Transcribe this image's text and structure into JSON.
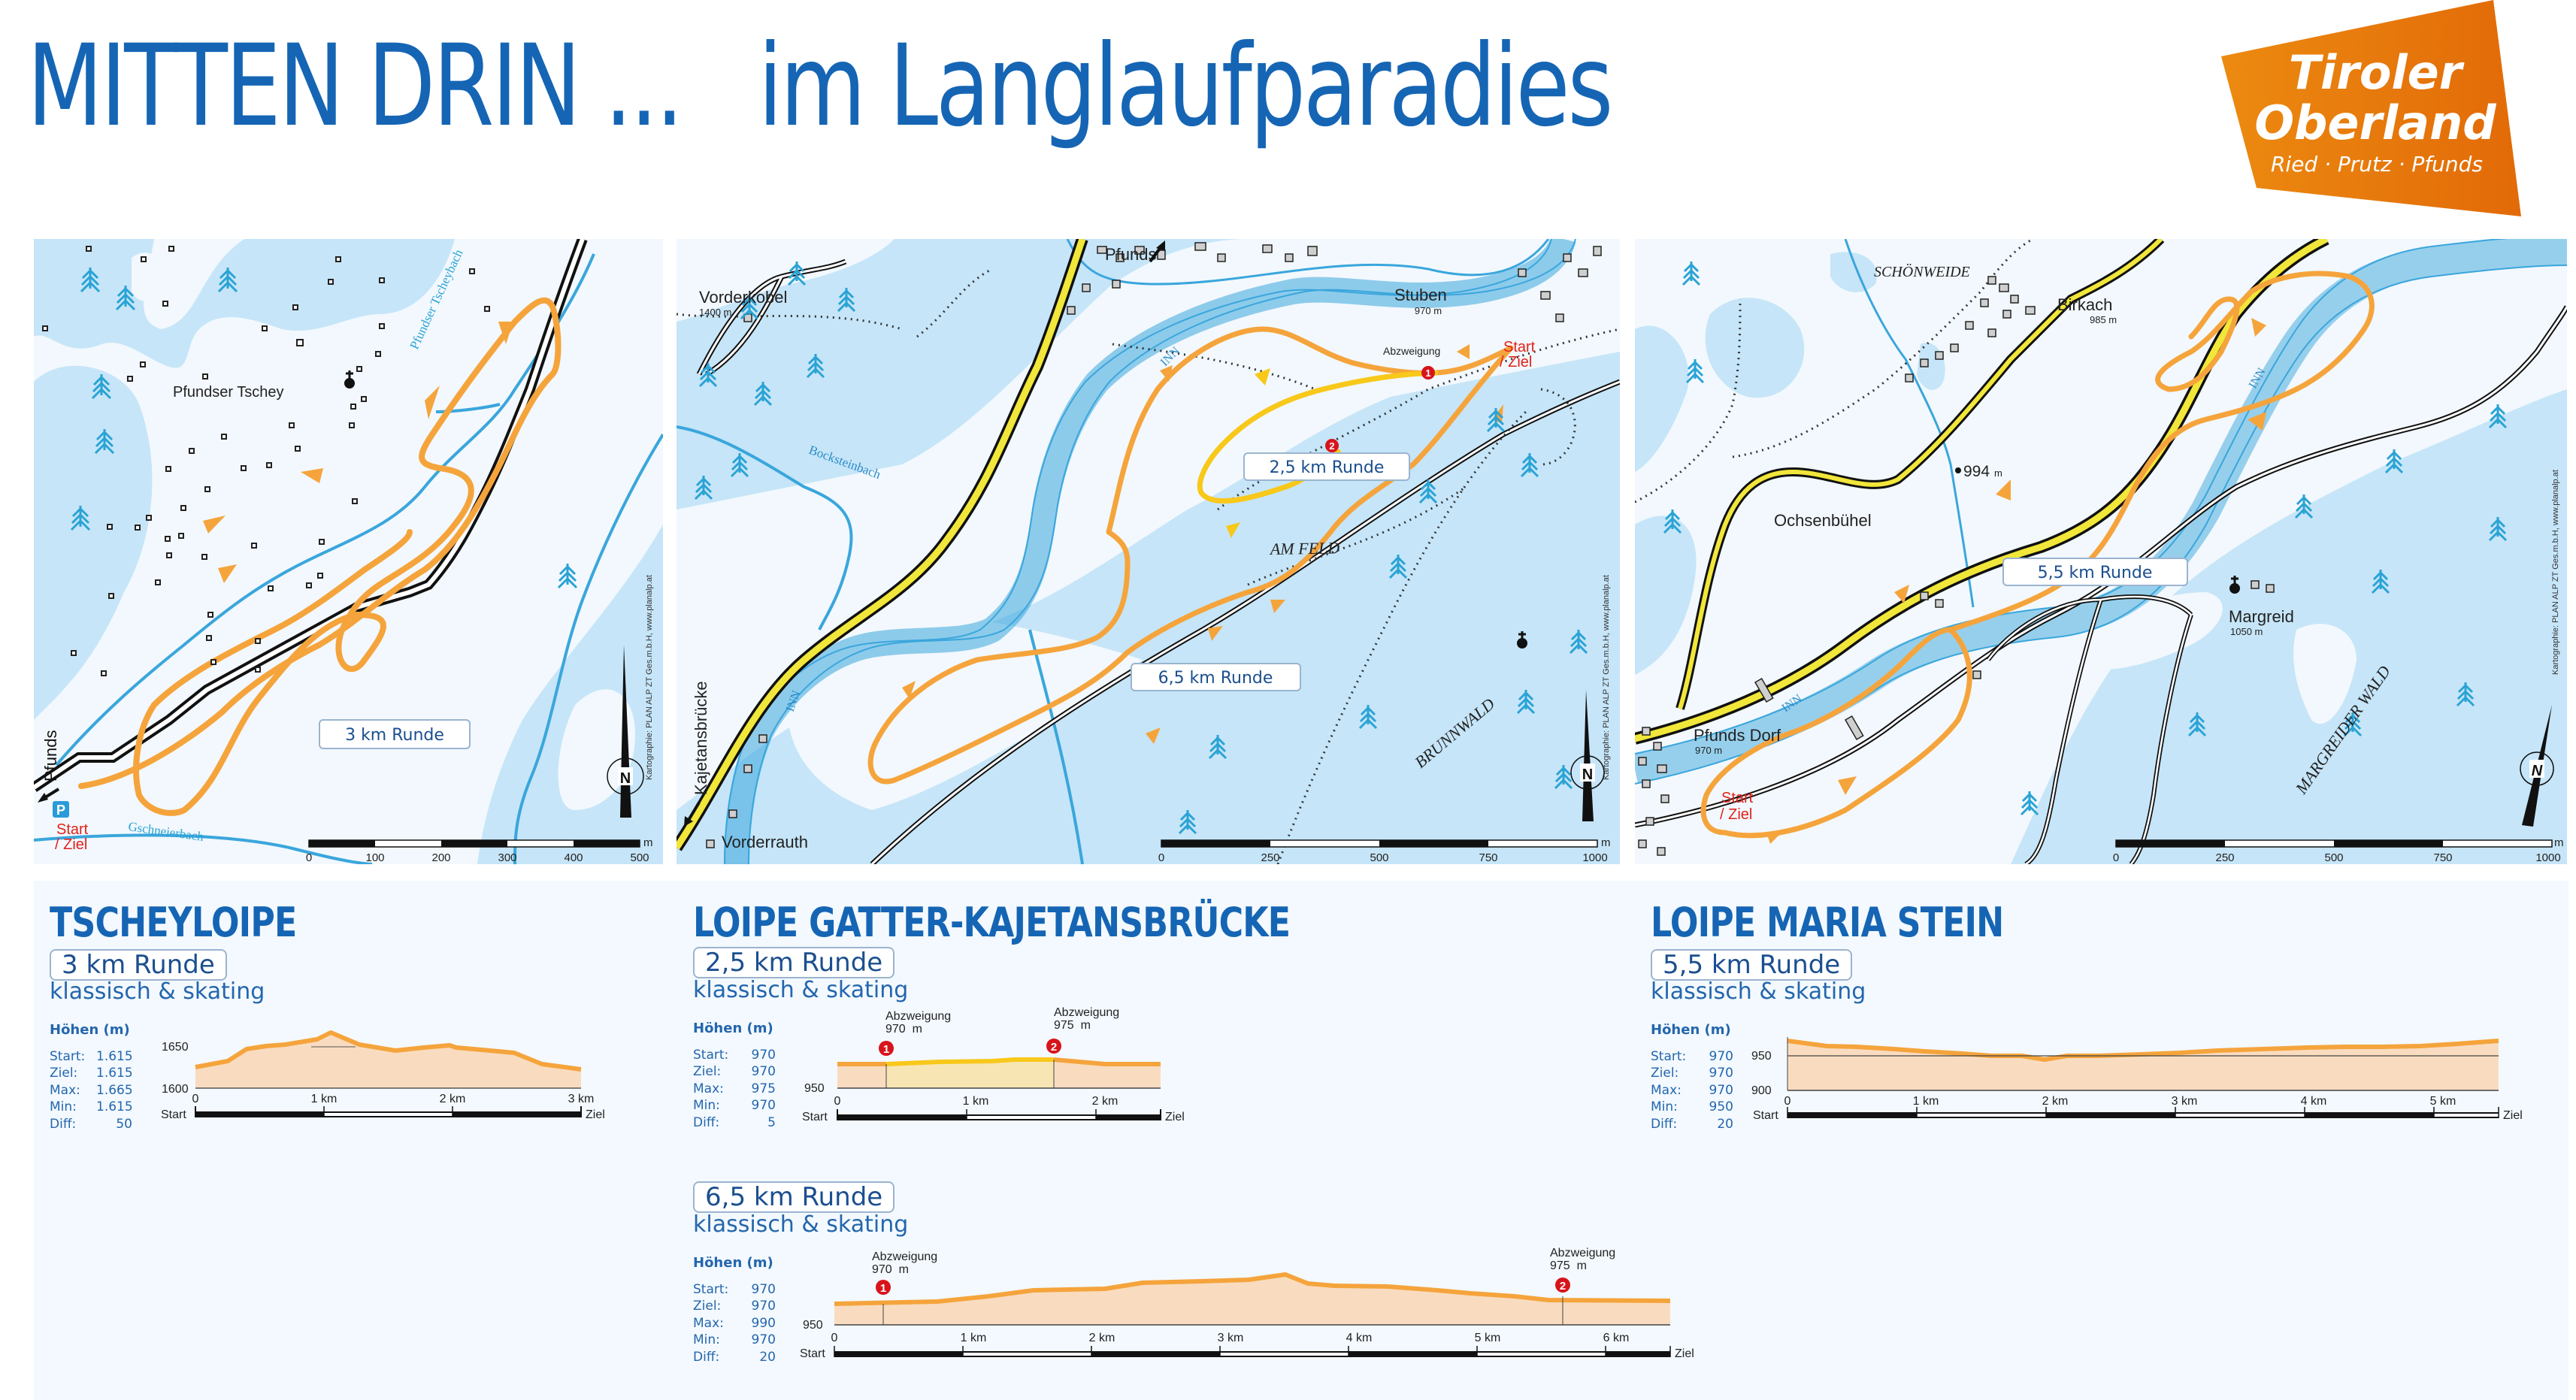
{
  "header": {
    "title_part1": "MITTEN DRIN ...",
    "title_part2": "im Langlaufparadies",
    "title_color": "#1565b4"
  },
  "logo": {
    "line1": "Tiroler",
    "line2": "Oberland",
    "tagline": "Ried · Prutz · Pfunds",
    "color": "#e9820f"
  },
  "maps": [
    {
      "id": "tscheyloipe-map",
      "labels": {
        "place": "Pfundser Tschey",
        "stream1": "Pfundser Tscheybach",
        "stream2": "Gschneierbach",
        "direction": "Pfunds",
        "start": "Start",
        "ziel": "/ Ziel",
        "parking": "P",
        "runde": "3 km Runde",
        "credit": "Kartographie: PLAN ALP ZT Ges.m.b.H, www.planalp.at"
      },
      "scale": {
        "ticks": [
          "0",
          "100",
          "200",
          "300",
          "400",
          "500"
        ],
        "unit": "m"
      }
    },
    {
      "id": "gatter-kajetansbruecke-map",
      "labels": {
        "place1": "Vorderkobel",
        "place1_elev": "1400 m",
        "place2": "Stuben",
        "place2_elev": "970 m",
        "place3": "Vorderrauth",
        "field": "AM FELD",
        "forest": "BRUNNWALD",
        "river": "INN",
        "stream": "Bocksteinbach",
        "dir1": "Pfunds",
        "dir2": "Kajetansbrücke",
        "junction1": "Abzweigung",
        "junction2": "Abzweigung",
        "start": "Start",
        "ziel": "/ Ziel",
        "runde1": "2,5 km Runde",
        "runde2": "6,5 km Runde",
        "credit": "Kartographie: PLAN ALP ZT Ges.m.b.H, www.planalp.at"
      },
      "scale": {
        "ticks": [
          "0",
          "250",
          "500",
          "750",
          "1000"
        ],
        "unit": "m"
      }
    },
    {
      "id": "maria-stein-map",
      "labels": {
        "area1": "SCHÖNWEIDE",
        "place1": "Birkach",
        "place1_elev": "985 m",
        "spot": "994",
        "spot_unit": "m",
        "place2": "Ochsenbühel",
        "place3": "Pfunds Dorf",
        "place3_elev": "970 m",
        "place4": "Margreid",
        "place4_elev": "1050 m",
        "forest": "MARGREIDER WALD",
        "river": "INN",
        "start": "Start",
        "ziel": "/ Ziel",
        "runde": "5,5 km Runde",
        "credit": "Kartographie: PLAN ALP ZT Ges.m.b.H, www.planalp.at"
      },
      "scale": {
        "ticks": [
          "0",
          "250",
          "500",
          "750",
          "1000"
        ],
        "unit": "m"
      }
    }
  ],
  "trails": [
    {
      "name": "TSCHEYLOIPE",
      "routes": [
        {
          "runde": "3 km Runde",
          "style": "klassisch & skating",
          "stats_heading": "Höhen (m)",
          "stats": [
            {
              "k": "Start:",
              "v": "1.615"
            },
            {
              "k": "Ziel:",
              "v": "1.615"
            },
            {
              "k": "Max:",
              "v": "1.665"
            },
            {
              "k": "Min:",
              "v": "1.615"
            },
            {
              "k": "Diff:",
              "v": "50"
            }
          ]
        }
      ]
    },
    {
      "name": "LOIPE GATTER-KAJETANSBRÜCKE",
      "routes": [
        {
          "runde": "2,5 km Runde",
          "style": "klassisch & skating",
          "stats_heading": "Höhen (m)",
          "stats": [
            {
              "k": "Start:",
              "v": "970"
            },
            {
              "k": "Ziel:",
              "v": "970"
            },
            {
              "k": "Max:",
              "v": "975"
            },
            {
              "k": "Min:",
              "v": "970"
            },
            {
              "k": "Diff:",
              "v": "5"
            }
          ],
          "markers": [
            {
              "num": "1",
              "label": "Abzweigung",
              "elev": "970  m"
            },
            {
              "num": "2",
              "label": "Abzweigung",
              "elev": "975  m"
            }
          ]
        },
        {
          "runde": "6,5 km Runde",
          "style": "klassisch & skating",
          "stats_heading": "Höhen (m)",
          "stats": [
            {
              "k": "Start:",
              "v": "970"
            },
            {
              "k": "Ziel:",
              "v": "970"
            },
            {
              "k": "Max:",
              "v": "990"
            },
            {
              "k": "Min:",
              "v": "970"
            },
            {
              "k": "Diff:",
              "v": "20"
            }
          ],
          "markers": [
            {
              "num": "1",
              "label": "Abzweigung",
              "elev": "970  m"
            },
            {
              "num": "2",
              "label": "Abzweigung",
              "elev": "975  m"
            }
          ]
        }
      ]
    },
    {
      "name": "LOIPE MARIA STEIN",
      "routes": [
        {
          "runde": "5,5 km Runde",
          "style": "klassisch & skating",
          "stats_heading": "Höhen (m)",
          "stats": [
            {
              "k": "Start:",
              "v": "970"
            },
            {
              "k": "Ziel:",
              "v": "970"
            },
            {
              "k": "Max:",
              "v": "970"
            },
            {
              "k": "Min:",
              "v": "950"
            },
            {
              "k": "Diff:",
              "v": "20"
            }
          ]
        }
      ]
    }
  ],
  "profile_labels": {
    "start": "Start",
    "ziel": "Ziel"
  },
  "chart_data": [
    {
      "type": "area",
      "title": "TSCHEYLOIPE – 3 km Runde",
      "xlabel": "km",
      "ylabel": "Höhe (m)",
      "x_ticks": [
        "0",
        "1 km",
        "2 km",
        "3 km"
      ],
      "y_ticks": [
        "1600",
        "1650"
      ],
      "ylim": [
        1600,
        1665
      ],
      "xlim": [
        0,
        3
      ],
      "x": [
        0,
        0.25,
        0.4,
        0.55,
        0.7,
        0.95,
        1.08,
        1.3,
        1.58,
        1.8,
        2.0,
        2.05,
        2.25,
        2.5,
        2.72,
        3.0
      ],
      "values": [
        1615,
        1622,
        1637,
        1641,
        1643,
        1651,
        1665,
        1649,
        1638,
        1642,
        1645,
        1642,
        1640,
        1636,
        1622,
        1615
      ]
    },
    {
      "type": "area",
      "title": "LOIPE GATTER-KAJETANSBRÜCKE – 2,5 km Runde",
      "xlabel": "km",
      "ylabel": "Höhe (m)",
      "x_ticks": [
        "0",
        "1 km",
        "2 km"
      ],
      "y_ticks": [
        "950"
      ],
      "xlim": [
        0,
        2.5
      ],
      "ylim": [
        950,
        975
      ],
      "x": [
        0,
        0.38,
        0.8,
        1.2,
        1.35,
        1.67,
        2.1,
        2.5
      ],
      "values": [
        970,
        970,
        972,
        972,
        974,
        975,
        971,
        970
      ],
      "annotations": [
        {
          "x": 0.38,
          "label": "Abzweigung 970 m",
          "marker": "1"
        },
        {
          "x": 1.67,
          "label": "Abzweigung 975 m",
          "marker": "2"
        }
      ]
    },
    {
      "type": "area",
      "title": "LOIPE GATTER-KAJETANSBRÜCKE – 6,5 km Runde",
      "xlabel": "km",
      "ylabel": "Höhe (m)",
      "x_ticks": [
        "0",
        "1 km",
        "2 km",
        "3 km",
        "4 km",
        "5 km",
        "6 km"
      ],
      "y_ticks": [
        "950"
      ],
      "xlim": [
        0,
        6.5
      ],
      "ylim": [
        950,
        990
      ],
      "x": [
        0,
        0.8,
        1.2,
        1.5,
        2.0,
        2.4,
        2.7,
        3.2,
        3.6,
        3.95,
        4.15,
        4.5,
        5.0,
        5.4,
        5.67,
        6.0,
        6.5
      ],
      "values": [
        970,
        971,
        975,
        980,
        981,
        982,
        986,
        987,
        988,
        990,
        984,
        982,
        980,
        977,
        975,
        971,
        970
      ],
      "annotations": [
        {
          "x": 0.38,
          "label": "Abzweigung 970 m",
          "marker": "1"
        },
        {
          "x": 5.67,
          "label": "Abzweigung 975 m",
          "marker": "2"
        }
      ]
    },
    {
      "type": "area",
      "title": "LOIPE MARIA STEIN – 5,5 km Runde",
      "xlabel": "km",
      "ylabel": "Höhe (m)",
      "x_ticks": [
        "0",
        "1 km",
        "2 km",
        "3 km",
        "4 km",
        "5 km"
      ],
      "y_ticks": [
        "900",
        "950"
      ],
      "xlim": [
        0,
        5.5
      ],
      "ylim": [
        900,
        970
      ],
      "x": [
        0,
        0.5,
        1.0,
        1.5,
        2.0,
        2.4,
        2.75,
        3.0,
        3.5,
        4.0,
        4.5,
        5.0,
        5.5
      ],
      "values": [
        970,
        965,
        962,
        959,
        955,
        953,
        948,
        954,
        956,
        960,
        962,
        964,
        970
      ]
    }
  ],
  "colors": {
    "trail": "#f5a43c",
    "trail_short": "#f8c81a",
    "water": "#3aa6dc",
    "forest": "#c6e5f8",
    "open": "#f2f8fd",
    "marker": "#d8141b",
    "profile_fill": "#f9dcc0"
  }
}
